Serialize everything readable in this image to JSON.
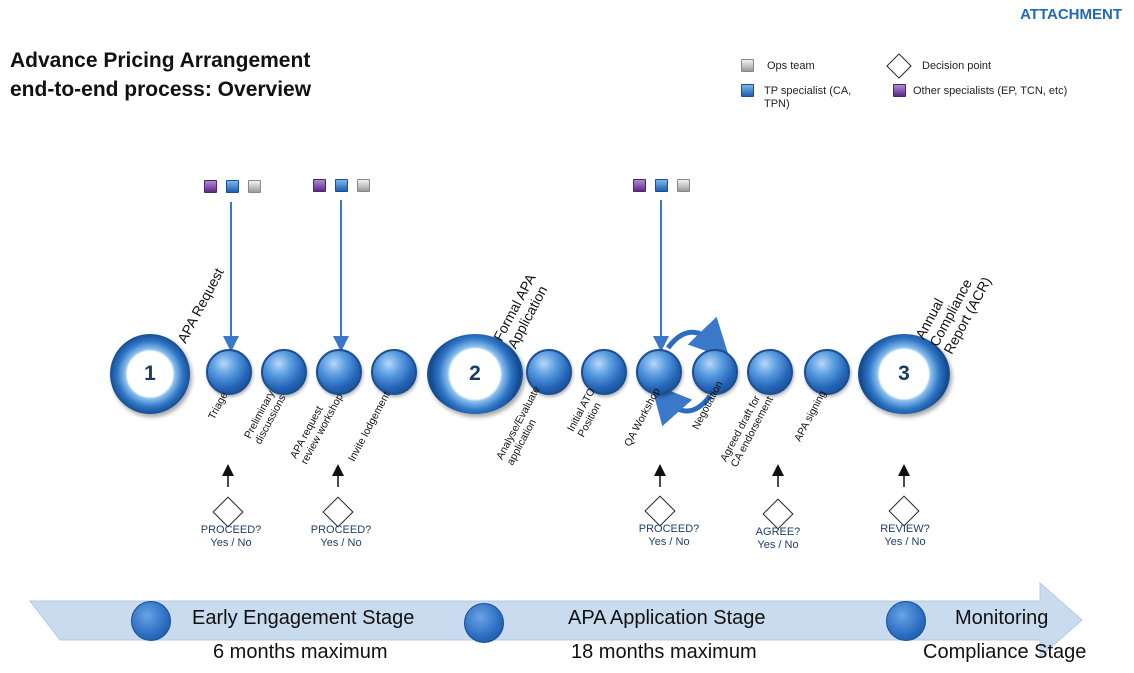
{
  "header": {
    "attachment": "ATTACHMENT",
    "title_line1": "Advance Pricing Arrangement",
    "title_line2": "end-to-end process: Overview"
  },
  "legend": {
    "ops_team": "Ops team",
    "tp_specialist_line1": "TP specialist (CA,",
    "tp_specialist_line2": "TPN)",
    "decision_point": "Decision point",
    "other_specialists": "Other specialists (EP, TCN, etc)"
  },
  "milestones": [
    {
      "number": "1",
      "label_line1": "APA Request",
      "label_line2": ""
    },
    {
      "number": "2",
      "label_line1": "Formal APA",
      "label_line2": "Application"
    },
    {
      "number": "3",
      "label_line1": "Annual",
      "label_line2": "Compliance",
      "label_line3": "Report (ACR)"
    }
  ],
  "steps": [
    {
      "line1": "Triage",
      "line2": ""
    },
    {
      "line1": "Preliminary",
      "line2": "discussions"
    },
    {
      "line1": "APA request",
      "line2": "review workshop"
    },
    {
      "line1": "Invite lodgement",
      "line2": ""
    },
    {
      "line1": "Analyse/Evaluate",
      "line2": "application"
    },
    {
      "line1": "Initial ATO",
      "line2": "Position"
    },
    {
      "line1": "QA Workshop",
      "line2": ""
    },
    {
      "line1": "Negotiation",
      "line2": ""
    },
    {
      "line1": "Agreed draft for",
      "line2": "CA endorsement"
    },
    {
      "line1": "APA signing",
      "line2": ""
    }
  ],
  "decisions": [
    {
      "q": "PROCEED?",
      "a": "Yes / No"
    },
    {
      "q": "PROCEED?",
      "a": "Yes / No"
    },
    {
      "q": "PROCEED?",
      "a": "Yes / No"
    },
    {
      "q": "AGREE?",
      "a": "Yes / No"
    },
    {
      "q": "REVIEW?",
      "a": "Yes / No"
    }
  ],
  "stages": [
    {
      "name": "Early Engagement Stage",
      "duration": "6 months maximum"
    },
    {
      "name": "APA Application Stage",
      "duration": "18 months maximum"
    },
    {
      "name": "Monitoring",
      "duration": "Compliance Stage"
    }
  ],
  "colors": {
    "ops": "#a6a6a6",
    "tp": "#2f76c6",
    "other": "#6b3a96",
    "arrow_band": "#c9dbef"
  }
}
